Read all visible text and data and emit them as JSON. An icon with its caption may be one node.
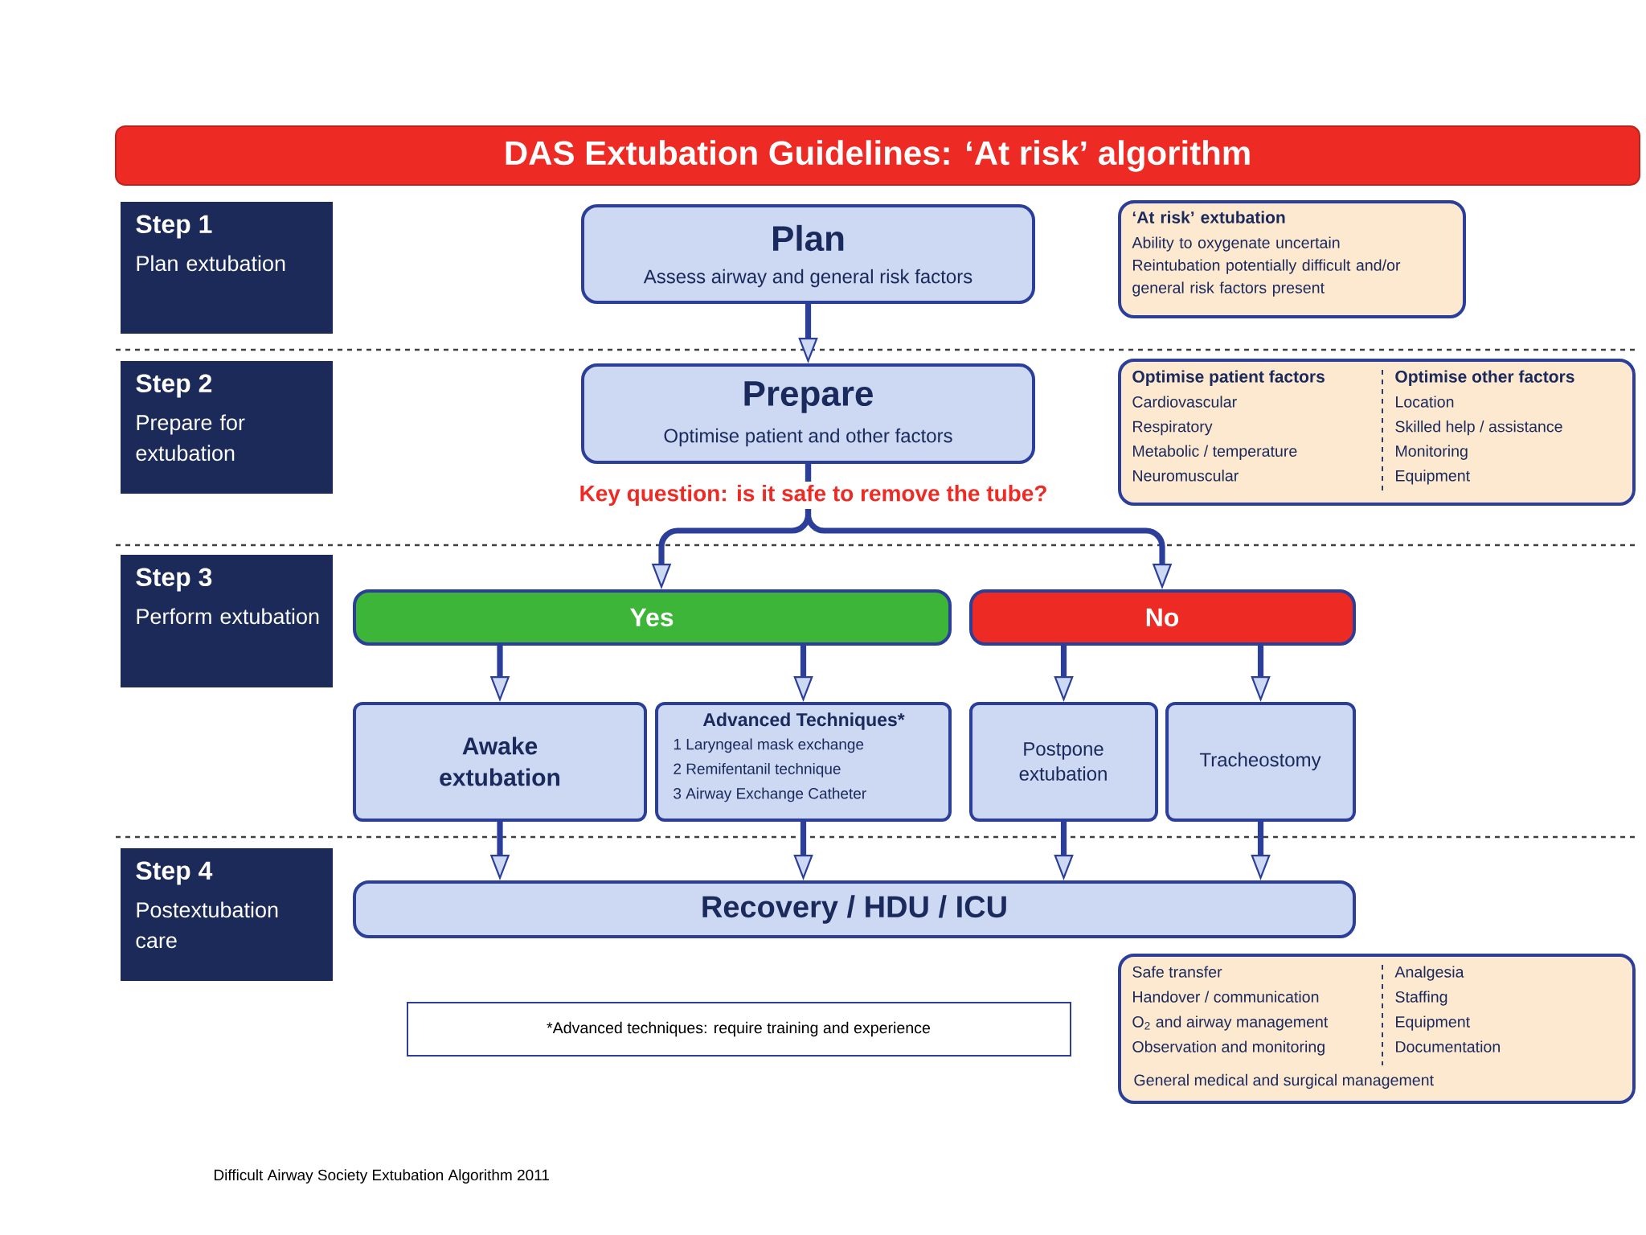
{
  "diagram": {
    "title": "DAS Extubation Guidelines: ‘At risk’ algorithm",
    "nodes": [
      {
        "text": [
          "Step 1",
          "Plan extubation"
        ]
      },
      {
        "text": [
          "Plan",
          "Assess airway and general risk factors"
        ]
      },
      {
        "text": [
          "‘At risk’ extubation",
          "Ability to oxygenate uncertain",
          "Reintubation potentially difficult and/or general risk factors present"
        ]
      },
      {
        "text": [
          "Step 2",
          "Prepare for extubation"
        ]
      },
      {
        "text": [
          "Prepare",
          "Optimise patient and other factors"
        ]
      },
      {
        "text": [
          "Optimise patient factors",
          "Cardiovascular",
          "Respiratory",
          "Metabolic / temperature",
          "Neuromuscular",
          "Optimise other factors",
          "Location",
          "Skilled help / assistance",
          "Monitoring",
          "Equipment"
        ]
      },
      {
        "text": [
          "Step 3",
          "Perform extubation"
        ]
      },
      {
        "text": [
          "Yes"
        ]
      },
      {
        "text": [
          "No"
        ]
      },
      {
        "text": [
          "Awake extubation"
        ]
      },
      {
        "text": [
          "Advanced Techniques*",
          "1 Laryngeal mask exchange",
          "2 Remifentanil technique",
          "3 Airway Exchange Catheter"
        ]
      },
      {
        "text": [
          "Postpone extubation"
        ]
      },
      {
        "text": [
          "Tracheostomy"
        ]
      },
      {
        "text": [
          "Step 4",
          "Postextubation care"
        ]
      },
      {
        "text": [
          "Recovery / HDU / ICU"
        ]
      },
      {
        "text": [
          "Safe transfer",
          "Handover / communication",
          "O$_{2}$ and airway management",
          "Observation and monitoring",
          "Analgesia",
          "Staffing",
          "Equipment",
          "Documentation",
          "General medical and surgical management"
        ]
      },
      {
        "text": [
          "*Advanced techniques: require training and experience"
        ]
      }
    ],
    "edges": [
      {
        "from": 1,
        "to": 4,
        "arrow": "to"
      },
      {
        "from": 4,
        "to": 7,
        "arrow": "to"
      },
      {
        "from": 4,
        "to": 8,
        "arrow": "to"
      },
      {
        "from": 7,
        "to": 9,
        "arrow": "to"
      },
      {
        "from": 7,
        "to": 10,
        "arrow": "to"
      },
      {
        "from": 8,
        "to": 11,
        "arrow": "to"
      },
      {
        "from": 8,
        "to": 12,
        "arrow": "to"
      },
      {
        "from": 9,
        "to": 14,
        "arrow": "to"
      },
      {
        "from": 10,
        "to": 14,
        "arrow": "to"
      },
      {
        "from": 11,
        "to": 14,
        "arrow": "to"
      },
      {
        "from": 12,
        "to": 14,
        "arrow": "to"
      }
    ],
    "labels": [
      "Key question: is it safe to remove the tube?",
      "Difficult Airway Society Extubation Algorithm 2011"
    ]
  }
}
